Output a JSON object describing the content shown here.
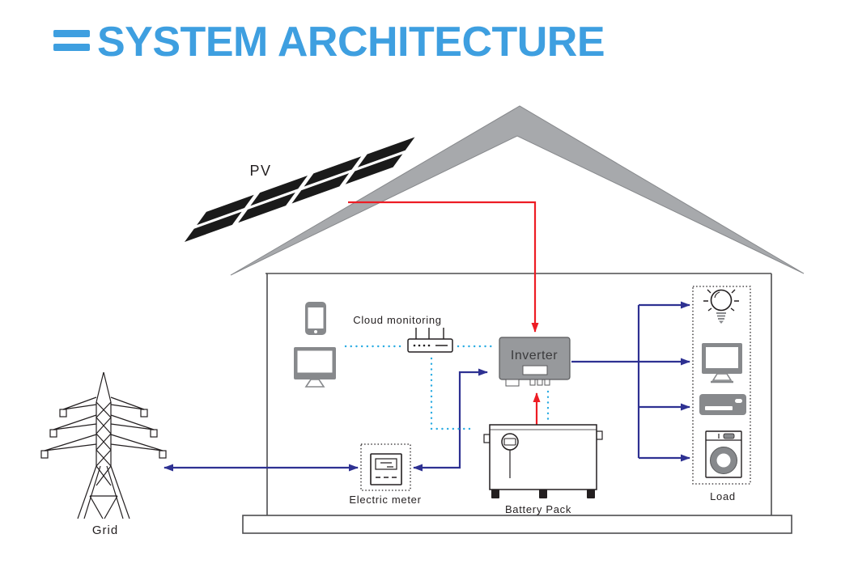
{
  "slide": {
    "title": "SYSTEM ARCHITECTURE"
  },
  "diagram": {
    "labels": {
      "pv": "PV",
      "cloud_monitoring": "Cloud monitoring",
      "inverter": "Inverter",
      "electric_meter": "Electric meter",
      "battery_pack": "Battery Pack",
      "grid": "Grid",
      "load": "Load"
    },
    "monitoring_devices": [
      "smartphone",
      "desktop-monitor",
      "wifi-router"
    ],
    "load_devices": [
      "light-bulb",
      "computer-monitor",
      "air-conditioner",
      "washing-machine"
    ],
    "connections": [
      {
        "from": "PV",
        "to": "Inverter",
        "color": "red",
        "style": "solid",
        "direction": "one-way"
      },
      {
        "from": "Inverter",
        "to": "Battery Pack",
        "color": "red",
        "style": "solid",
        "direction": "two-way"
      },
      {
        "from": "Grid",
        "to": "Electric meter",
        "color": "navy",
        "style": "solid",
        "direction": "two-way"
      },
      {
        "from": "Electric meter",
        "to": "Inverter",
        "color": "navy",
        "style": "solid",
        "direction": "two-way"
      },
      {
        "from": "Inverter",
        "to": "Load",
        "color": "navy",
        "style": "solid",
        "direction": "one-way"
      },
      {
        "from": "smartphone/desktop",
        "to": "wifi-router",
        "color": "cyan",
        "style": "dotted"
      },
      {
        "from": "wifi-router",
        "to": "Inverter",
        "color": "cyan",
        "style": "dotted"
      },
      {
        "from": "wifi-router",
        "to": "Battery Pack",
        "color": "cyan",
        "style": "dotted"
      },
      {
        "from": "Inverter",
        "to": "Battery Pack",
        "color": "cyan",
        "style": "dotted"
      }
    ],
    "colors": {
      "title_blue": "#3E9FE0",
      "wire_red": "#ED1C24",
      "wire_navy": "#2E3192",
      "wire_cyan": "#29ABE2",
      "roof_gray": "#A7A9AC",
      "device_gray": "#87898C",
      "panel_black": "#1A1A1A",
      "line_dark": "#231F20"
    }
  }
}
